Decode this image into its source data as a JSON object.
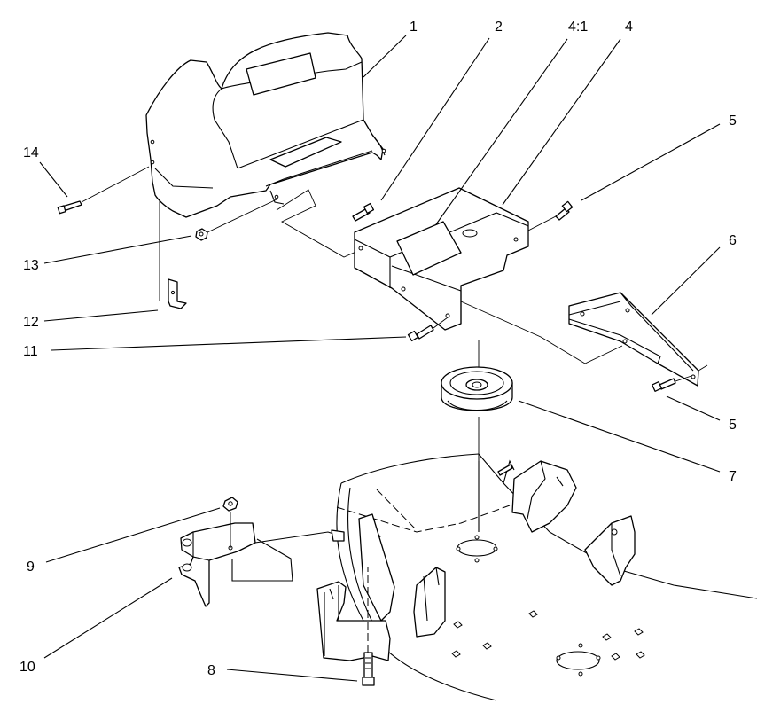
{
  "callouts": {
    "c1": "1",
    "c2": "2",
    "c4_1": "4:1",
    "c4": "4",
    "c5_top": "5",
    "c6": "6",
    "c5_bottom": "5",
    "c7": "7",
    "c8": "8",
    "c9": "9",
    "c10": "10",
    "c11": "11",
    "c12": "12",
    "c13": "13",
    "c14": "14"
  }
}
